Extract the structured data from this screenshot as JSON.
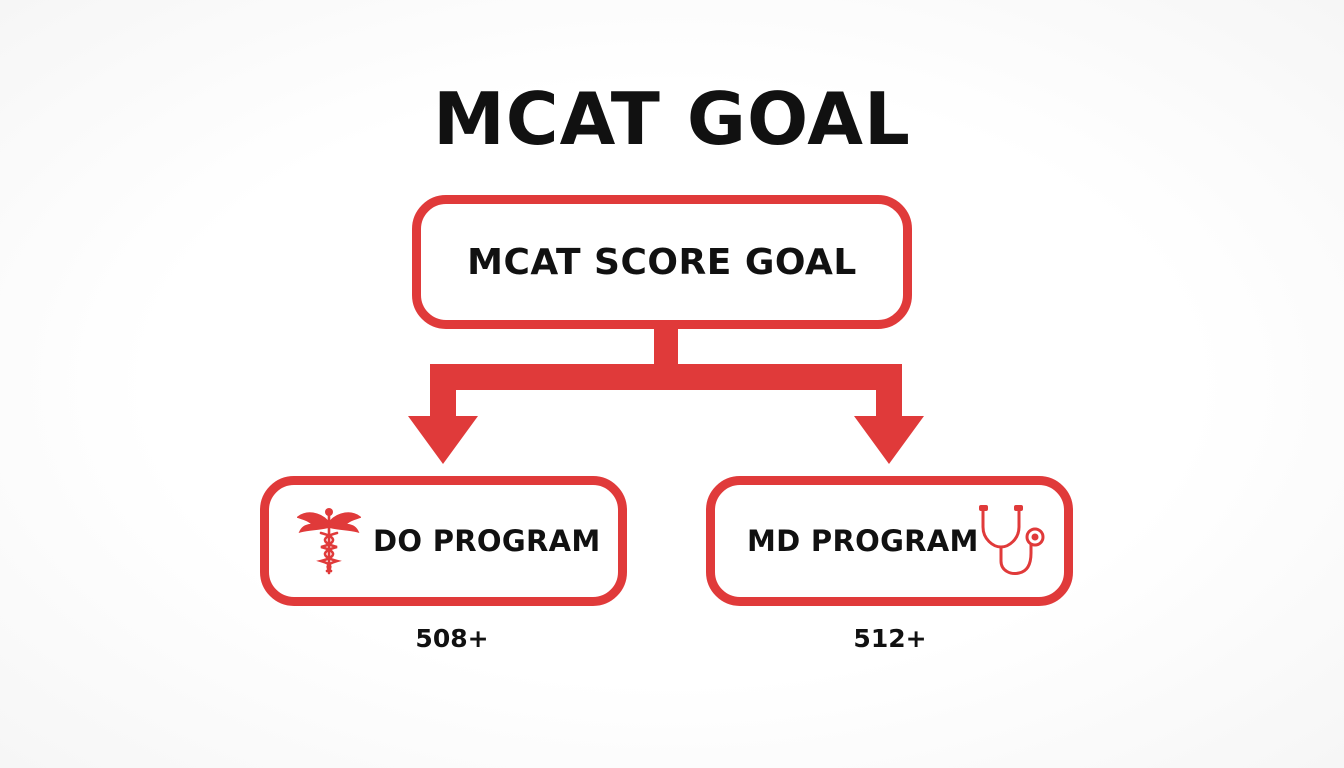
{
  "title": "MCAT GOAL",
  "accent_color": "#e03a3a",
  "top_box": {
    "label": "MCAT SCORE GOAL"
  },
  "programs": [
    {
      "label": "DO PROGRAM",
      "icon": "caduceus-icon",
      "score": "508+"
    },
    {
      "label": "MD PROGRAM",
      "icon": "stethoscope-icon",
      "score": "512+"
    }
  ]
}
